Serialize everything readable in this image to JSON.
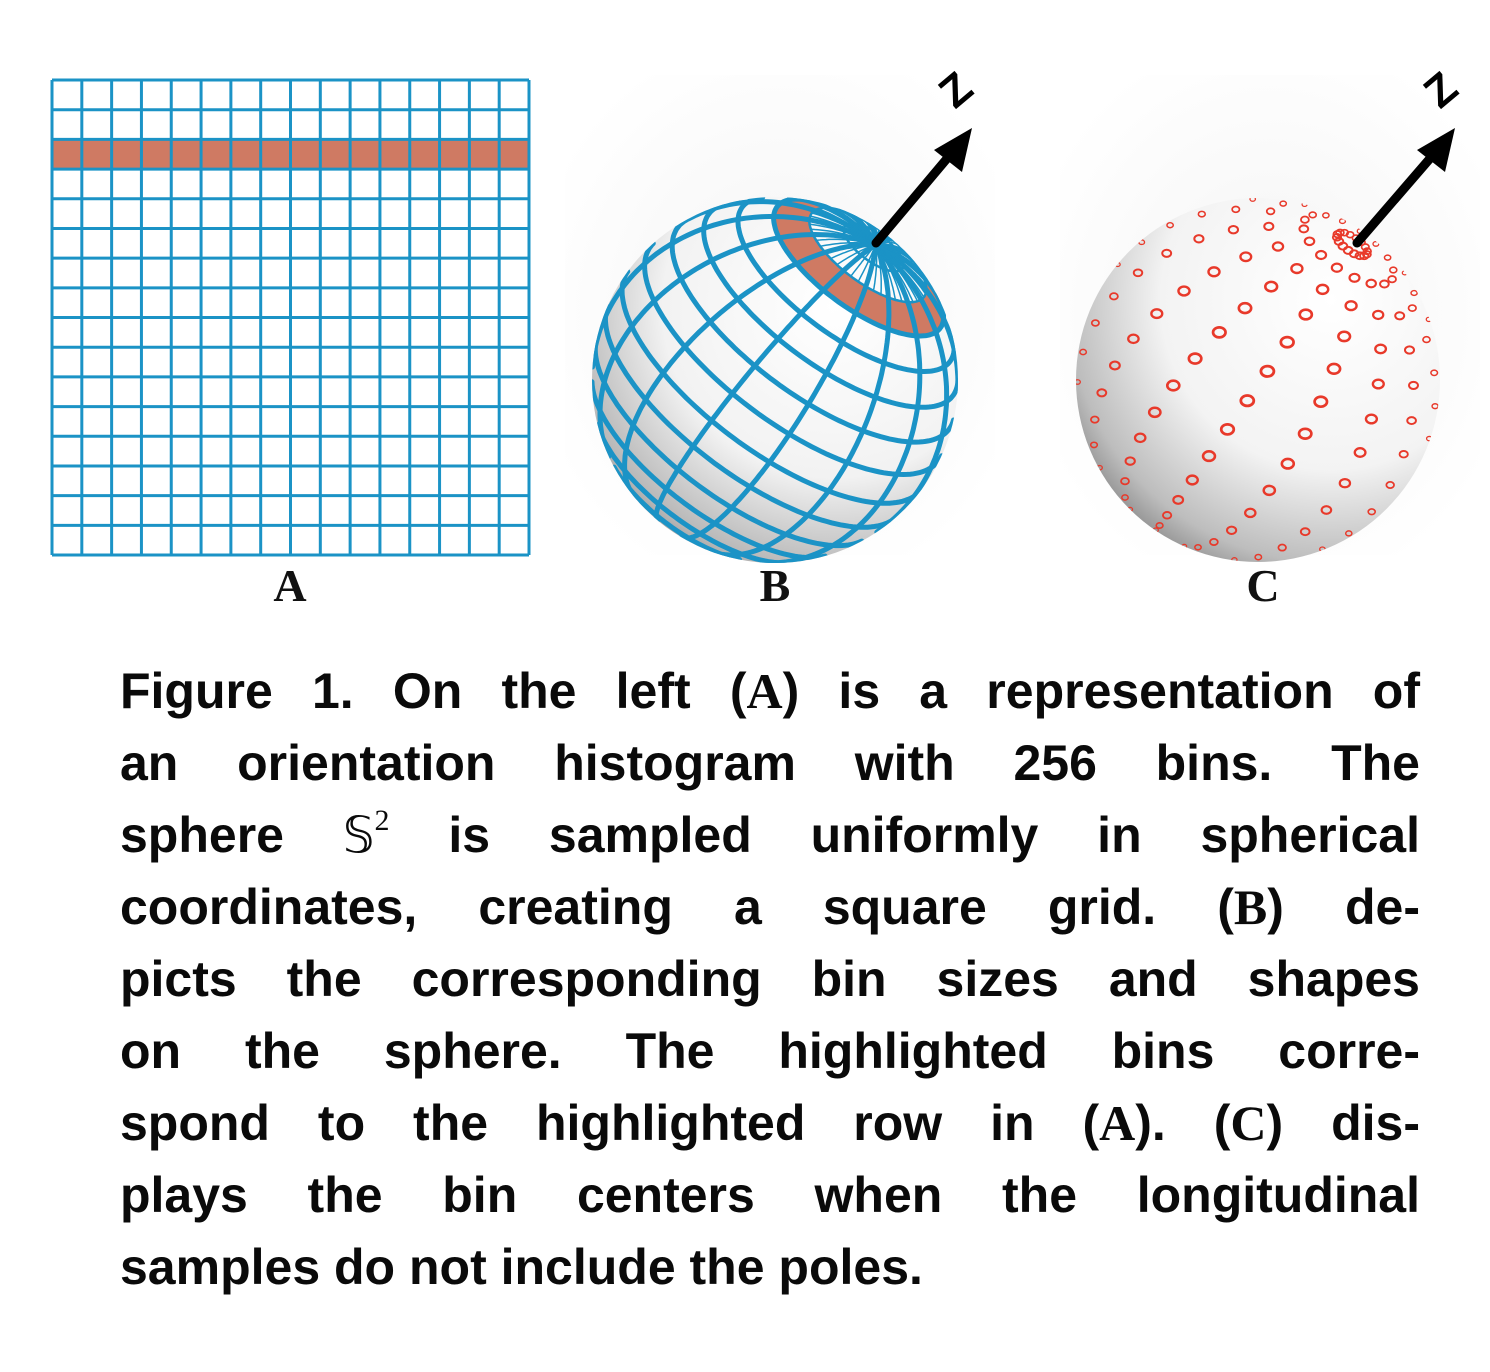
{
  "figure": {
    "panel_labels": {
      "a": "A",
      "b": "B",
      "c": "C"
    },
    "axis_label": "Z",
    "grid": {
      "rows": 16,
      "cols": 16,
      "highlighted_row": 3
    },
    "colors": {
      "grid_line": "#1b93c6",
      "highlight": "#cf7a63",
      "dot": "#e8392a",
      "arrow": "#000000"
    }
  },
  "caption": {
    "lines": [
      [
        "Figure 1. On the left (",
        "A",
        ") is a representation of"
      ],
      [
        "an orientation histogram with 256 bins.  The"
      ],
      [
        "sphere ",
        "𝕊",
        "2",
        " is sampled uniformly in spherical"
      ],
      [
        "coordinates, creating a square grid.  (",
        "B",
        ") de-"
      ],
      [
        "picts the corresponding bin sizes and shapes"
      ],
      [
        "on the sphere.  The highlighted bins corre-"
      ],
      [
        "spond to the highlighted row in (",
        "A",
        "). (",
        "C",
        ") dis-"
      ],
      [
        "plays the bin centers when the longitudinal"
      ],
      [
        "samples do not include the poles."
      ]
    ]
  }
}
